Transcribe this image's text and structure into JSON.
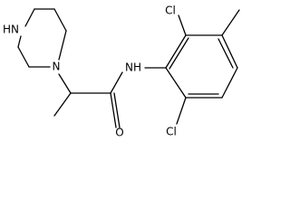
{
  "molecule": {
    "atoms": {
      "piperazine_nh": "HN",
      "piperazine_n": "N",
      "amide_nh": "NH",
      "carbonyl_o": "O",
      "chlorine_top": "Cl",
      "chlorine_bottom": "Cl"
    }
  }
}
